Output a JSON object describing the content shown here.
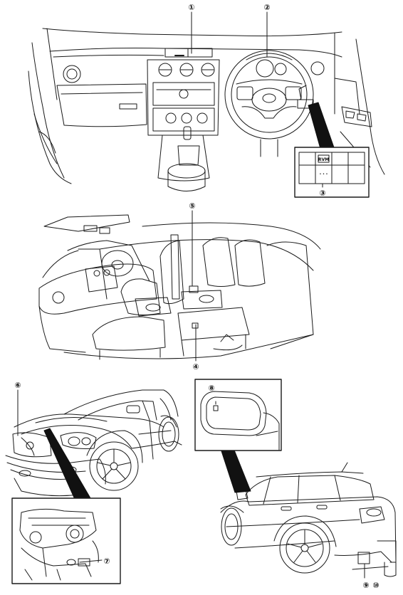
{
  "callouts": [
    {
      "id": "1",
      "label": "①"
    },
    {
      "id": "2",
      "label": "②"
    },
    {
      "id": "3",
      "label": "③"
    },
    {
      "id": "4",
      "label": "④"
    },
    {
      "id": "5",
      "label": "⑤"
    },
    {
      "id": "6",
      "label": "⑥"
    },
    {
      "id": "7",
      "label": "⑦"
    },
    {
      "id": "8",
      "label": "⑧"
    },
    {
      "id": "9",
      "label": "⑨"
    },
    {
      "id": "10",
      "label": "⑩"
    }
  ],
  "switch_panel": {
    "button_text": "RVM",
    "dots": "• • •"
  },
  "colors": {
    "line": "#1a1a1a",
    "fill": "#ffffff",
    "shade": "#111111"
  }
}
